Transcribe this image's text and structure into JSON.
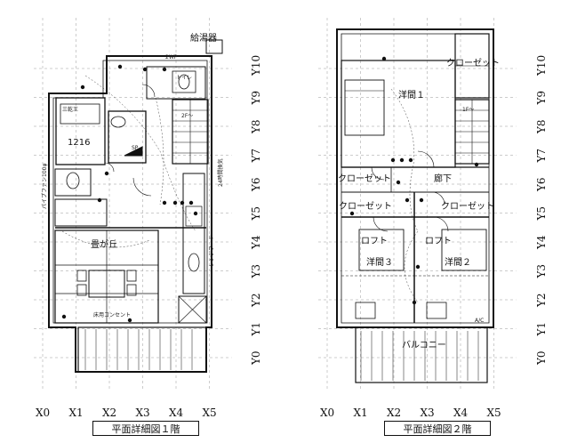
{
  "floor1": {
    "caption": "平面詳細図１階",
    "x_axis": [
      "X0",
      "X1",
      "X2",
      "X3",
      "X4",
      "X5"
    ],
    "y_axis": [
      "Y0",
      "Y1",
      "Y2",
      "Y3",
      "Y4",
      "Y5",
      "Y6",
      "Y7",
      "Y8",
      "Y9",
      "Y10"
    ],
    "labels": {
      "water_heater": "給湯器",
      "tatami_room": "畳が丘",
      "unit_bath": "1216",
      "pipe_space": "パイプファン100φ",
      "range_hood": "レンジフード",
      "wp": "2WP",
      "bath_heater": "三乾王",
      "toilet": "トイレ",
      "stairs": "2F〜",
      "outlet": "床用コンセント",
      "ventilation": "24時間換気",
      "sp": "SP"
    }
  },
  "floor2": {
    "caption": "平面詳細図２階",
    "x_axis": [
      "X0",
      "X1",
      "X2",
      "X3",
      "X4",
      "X5"
    ],
    "y_axis": [
      "Y0",
      "Y1",
      "Y2",
      "Y3",
      "Y4",
      "Y5",
      "Y6",
      "Y7",
      "Y8",
      "Y9",
      "Y10"
    ],
    "labels": {
      "closet_top": "クローゼット",
      "room1": "洋間１",
      "closet_left": "クローゼット",
      "corridor": "廊下",
      "closet_mid_left": "クローゼット",
      "closet_mid_right": "クローゼット",
      "loft_left": "ロフト",
      "loft_right": "ロフト",
      "room3": "洋間３",
      "room2": "洋間２",
      "balcony": "バルコニー",
      "stairs": "1F〜",
      "ac": "A/C"
    }
  }
}
